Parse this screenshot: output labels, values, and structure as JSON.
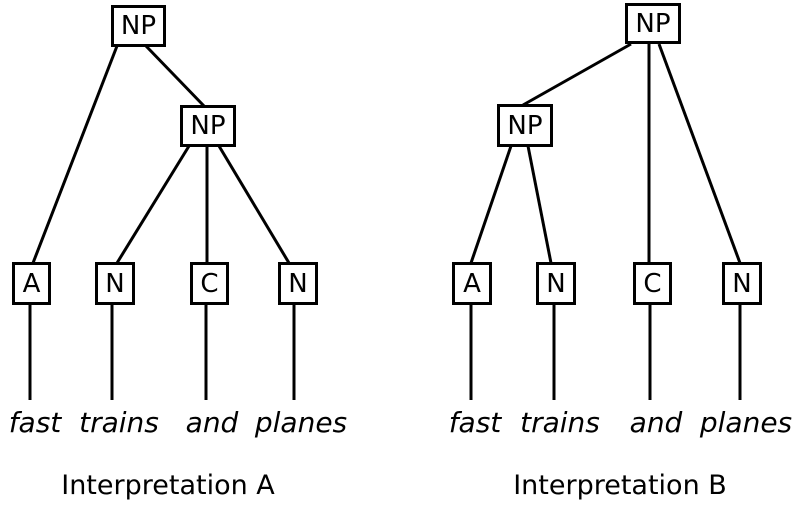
{
  "diagram": {
    "background_color": "#ffffff",
    "line_color": "#000000",
    "trees": [
      {
        "id": "A",
        "caption": "Interpretation A",
        "root_label": "NP",
        "inner_label": "NP",
        "leaf_labels": [
          "A",
          "N",
          "C",
          "N"
        ],
        "words": [
          "fast",
          "trains",
          "and",
          "planes"
        ]
      },
      {
        "id": "B",
        "caption": "Interpretation B",
        "root_label": "NP",
        "inner_label": "NP",
        "leaf_labels": [
          "A",
          "N",
          "C",
          "N"
        ],
        "words": [
          "fast",
          "trains",
          "and",
          "planes"
        ]
      }
    ]
  }
}
